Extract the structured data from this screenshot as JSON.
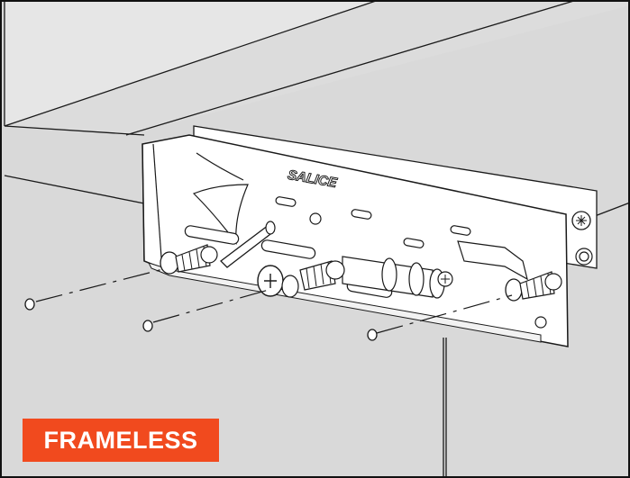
{
  "badge": {
    "label": "FRAMELESS",
    "background": "#F14A1E",
    "text_color": "#FFFFFF"
  },
  "brand": {
    "logo_text": "SALICE"
  },
  "colors": {
    "background": "#D9D9D9",
    "line": "#1A1A1A",
    "part_fill": "#FFFFFF",
    "frame_border": "#111111"
  },
  "icons": [
    "screw-icon",
    "drill-hole-icon",
    "assembly-dashed-line"
  ]
}
